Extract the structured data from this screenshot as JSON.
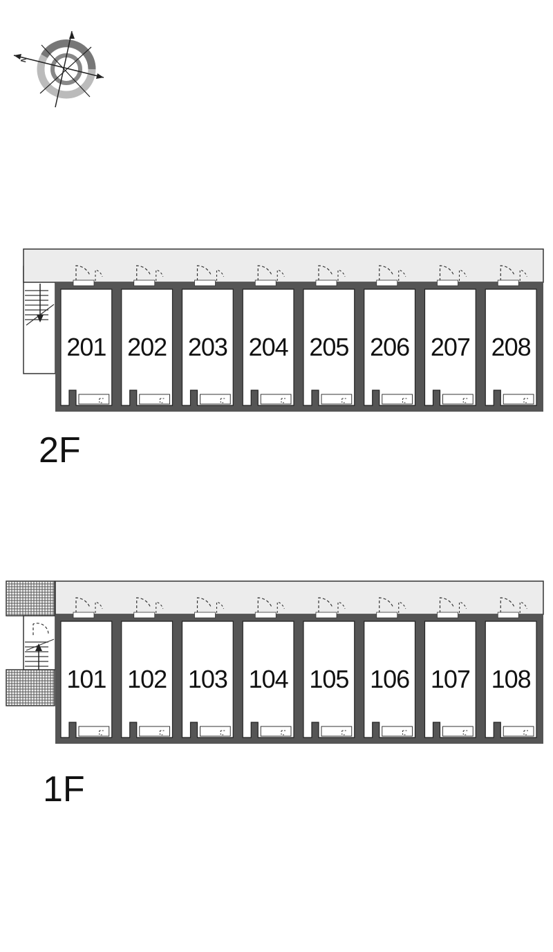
{
  "compass": {
    "label": "N"
  },
  "floors": [
    {
      "label": "2F",
      "units": [
        "201",
        "202",
        "203",
        "204",
        "205",
        "206",
        "207",
        "208"
      ]
    },
    {
      "label": "1F",
      "units": [
        "101",
        "102",
        "103",
        "104",
        "105",
        "106",
        "107",
        "108"
      ]
    }
  ]
}
